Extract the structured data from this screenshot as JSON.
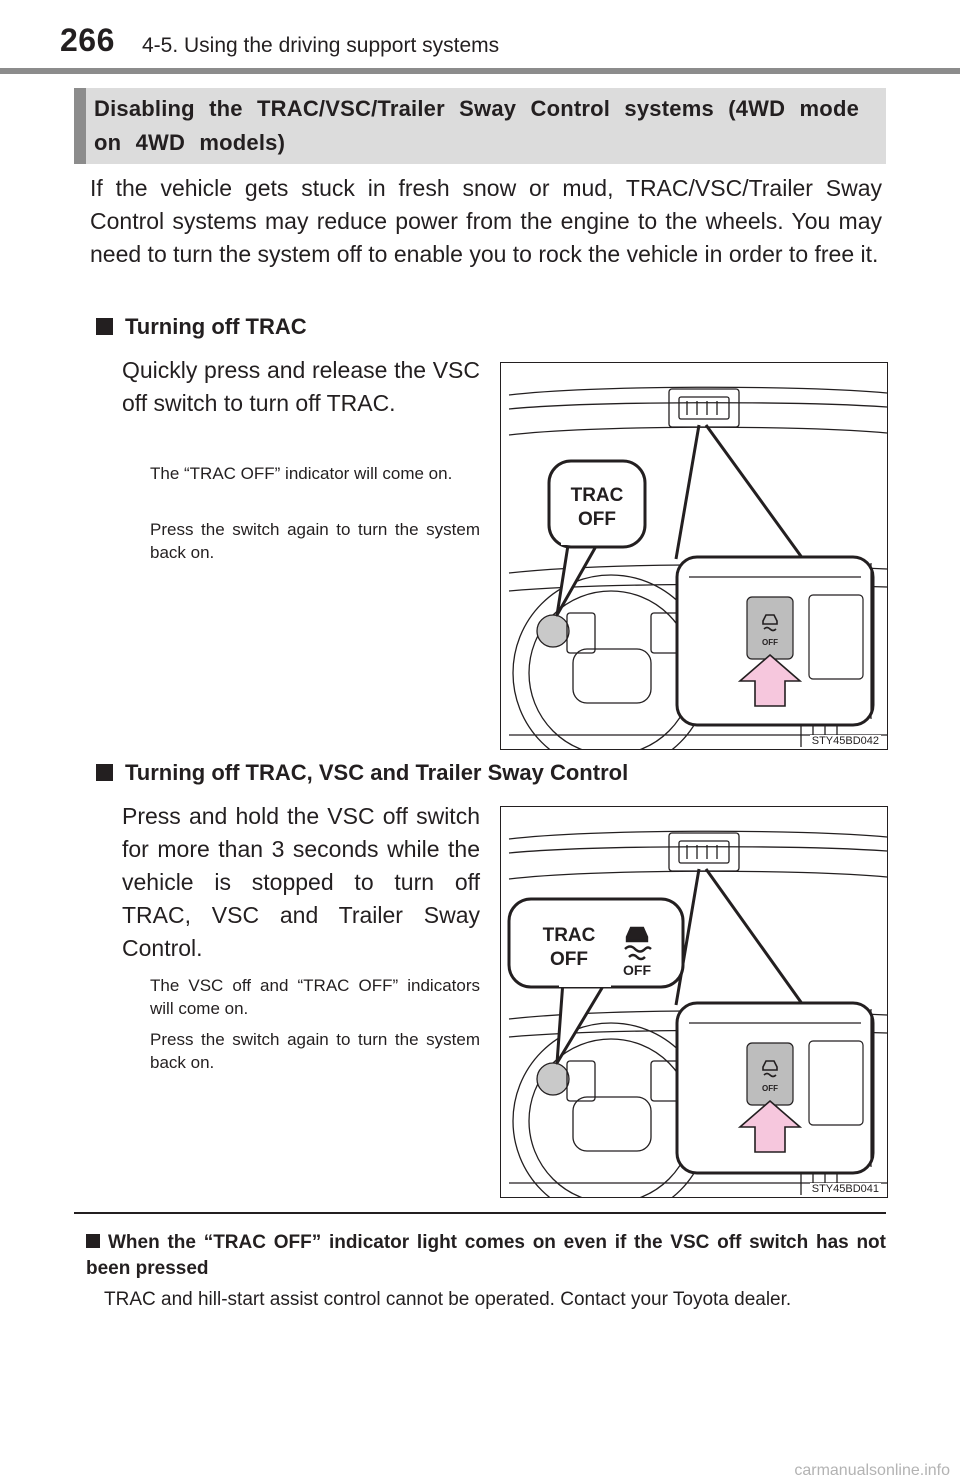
{
  "header": {
    "page_number": "266",
    "section_title": "4-5. Using the driving support systems"
  },
  "title": "Disabling the TRAC/VSC/Trailer Sway Control systems (4WD mode on 4WD models)",
  "intro": "If the vehicle gets stuck in fresh snow or mud, TRAC/VSC/Trailer Sway Control systems may reduce power from the engine to the wheels. You may need to turn the system off to enable you to rock the vehicle in order to free it.",
  "sections": [
    {
      "heading": "Turning off TRAC",
      "instruction": "Quickly press and release the VSC off switch to turn off TRAC.",
      "note_1": "The “TRAC OFF” indicator will come on.",
      "note_2": "Press the switch again to turn the system back on.",
      "figure": {
        "callout_line_1": "TRAC",
        "callout_line_2": "OFF",
        "switch_label": "OFF",
        "code": "STY45BD042"
      }
    },
    {
      "heading": "Turning off TRAC, VSC and Trailer Sway Control",
      "instruction": "Press and hold the VSC off switch for more than 3 seconds while the vehicle is stopped to turn off TRAC, VSC and Trailer Sway Control.",
      "note_1": "The VSC off and “TRAC OFF” indicators will come on.",
      "note_2": "Press the switch again to turn the system back on.",
      "figure": {
        "callout_line_1": "TRAC",
        "callout_line_2": "OFF",
        "callout_icon_label": "OFF",
        "switch_label": "OFF",
        "code": "STY45BD041"
      }
    }
  ],
  "footnote": {
    "heading": "When the “TRAC OFF” indicator light comes on even if the VSC off switch has not been pressed",
    "body": "TRAC and hill-start assist control cannot be operated. Contact your Toyota dealer."
  },
  "watermark": "carmanualsonline.info",
  "icons": [
    "vsc-off-icon"
  ],
  "colors": {
    "arrow_fill": "#f6c7dd",
    "rule_gray": "#8c8c8c",
    "title_bg": "#dcdcdc",
    "text": "#231f20"
  }
}
